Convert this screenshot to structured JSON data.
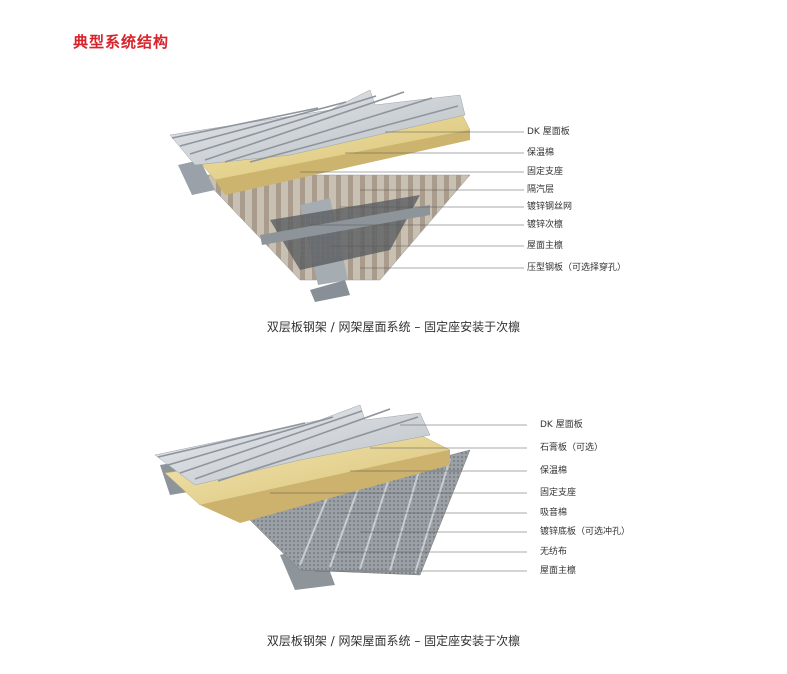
{
  "page_title": "典型系统结构",
  "accent_color": "#d8232a",
  "diagram1": {
    "labels": [
      "DK 屋面板",
      "保温棉",
      "固定支座",
      "隔汽层",
      "镀锌钢丝网",
      "镀锌次檩",
      "屋面主檩",
      "压型钢板（可选择穿孔）"
    ],
    "caption": "双层板钢架 / 网架屋面系统 – 固定座安装于次檩"
  },
  "diagram2": {
    "labels": [
      "DK 屋面板",
      "石膏板（可选）",
      "保温棉",
      "固定支座",
      "吸音棉",
      "镀锌底板（可选冲孔）",
      "无纺布",
      "屋面主檩"
    ],
    "caption": "双层板钢架 / 网架屋面系统 – 固定座安装于次檩"
  }
}
